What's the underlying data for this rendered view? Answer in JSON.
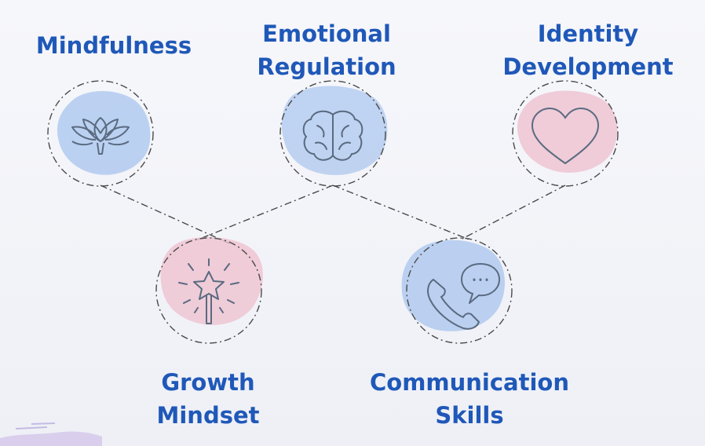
{
  "colors": {
    "label": "#1f58b8",
    "icon_stroke": "#5a6b80",
    "blob_blue": "#a8c4ee",
    "blob_pink": "#eec2d0",
    "connector": "#4a4a4a"
  },
  "nodes": [
    {
      "id": "mindfulness",
      "label": "Mindfulness",
      "icon": "lotus-icon",
      "blob": "blue"
    },
    {
      "id": "emotional-regulation",
      "label": "Emotional\nRegulation",
      "icon": "brain-icon",
      "blob": "blue"
    },
    {
      "id": "identity-development",
      "label": "Identity\nDevelopment",
      "icon": "heart-icon",
      "blob": "pink"
    },
    {
      "id": "growth-mindset",
      "label": "Growth\nMindset",
      "icon": "magic-wand-icon",
      "blob": "pink"
    },
    {
      "id": "communication-skills",
      "label": "Communication\nSkills",
      "icon": "phone-chat-icon",
      "blob": "blue"
    }
  ]
}
